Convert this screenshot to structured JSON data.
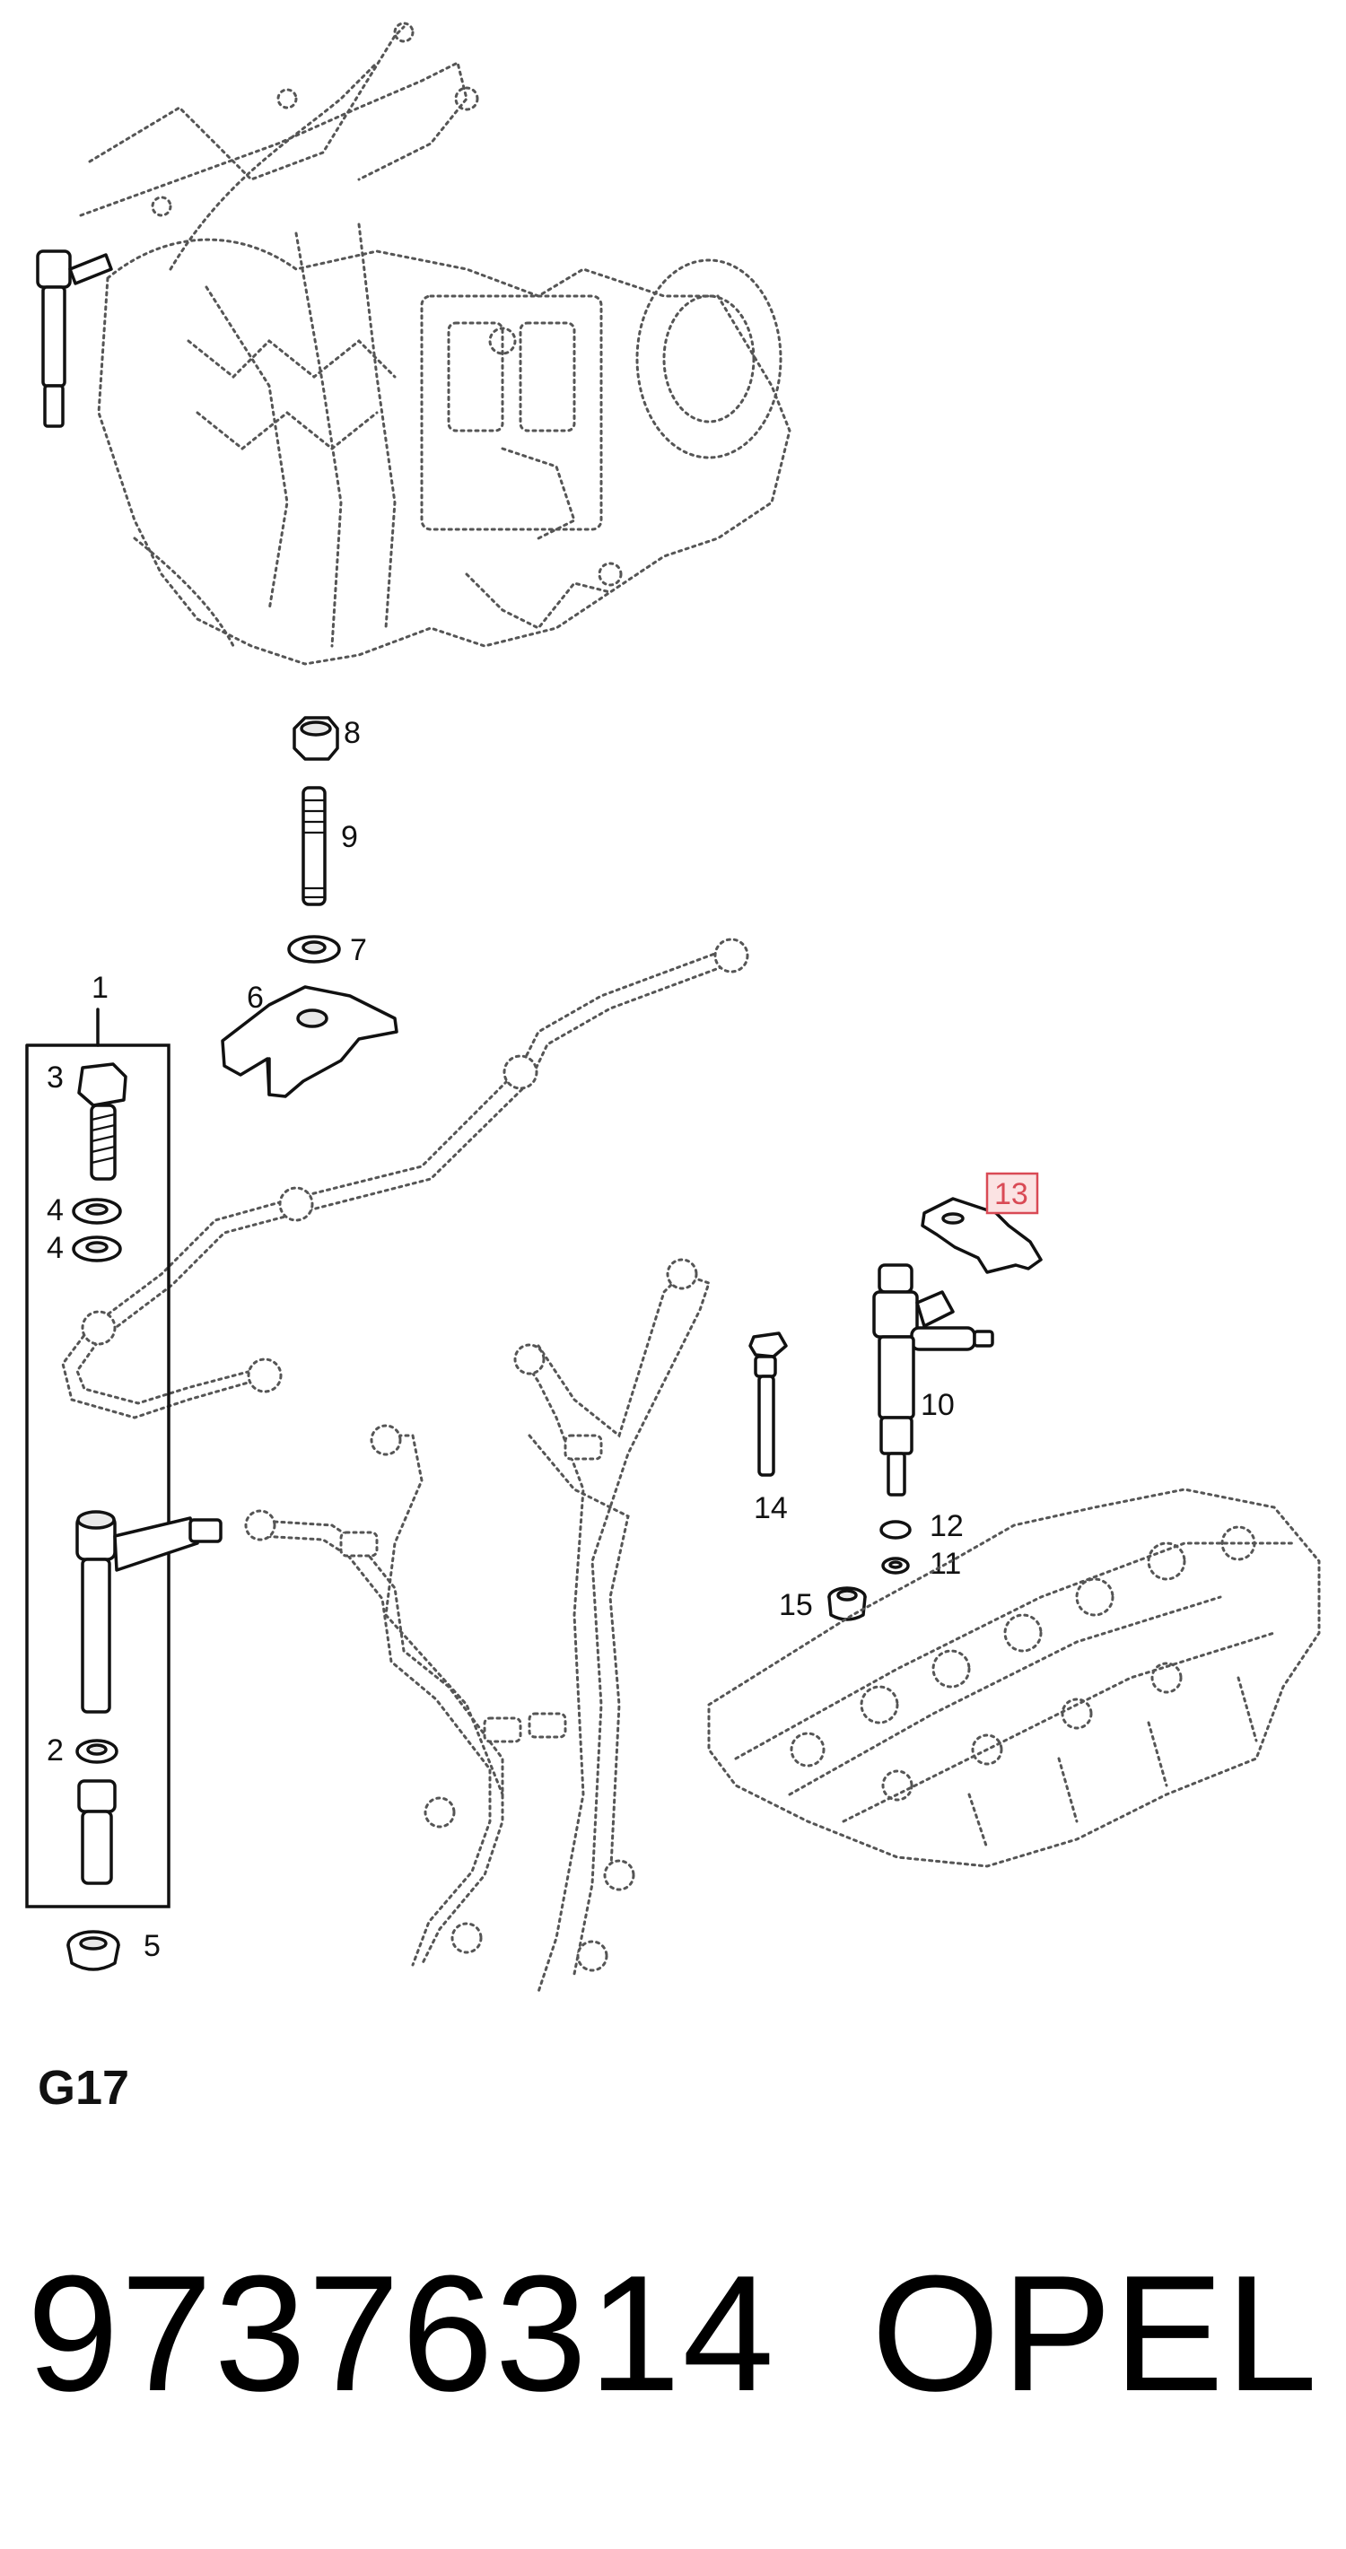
{
  "figure_id": "G17",
  "part_number": "97376314",
  "brand": "OPEL",
  "callouts": {
    "c1": "1",
    "c2": "2",
    "c3": "3",
    "c4a": "4",
    "c4b": "4",
    "c5": "5",
    "c6": "6",
    "c7": "7",
    "c8": "8",
    "c9": "9",
    "c10": "10",
    "c11": "11",
    "c12": "12",
    "c13": "13",
    "c14": "14",
    "c15": "15"
  },
  "highlighted_callout": "13",
  "colors": {
    "highlight": "#d94a55",
    "highlight_fill": "#fbe3e3",
    "line": "#111111",
    "context": "#555555"
  }
}
